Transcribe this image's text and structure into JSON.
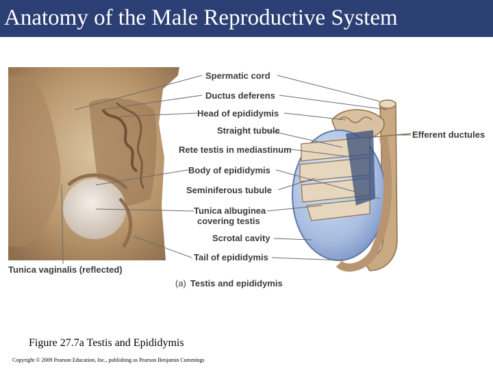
{
  "slide": {
    "title": "Anatomy of the Male Reproductive System",
    "figure_caption": "Figure 27.7a Testis and Epididymis",
    "copyright": "Copyright © 2009 Pearson Education, Inc., publishing as Pearson Benjamin Cummings"
  },
  "diagram": {
    "labels": {
      "spermatic_cord": "Spermatic cord",
      "ductus_deferens": "Ductus deferens",
      "head_of_epididymis": "Head of epididymis",
      "straight_tubule": "Straight tubule",
      "rete_testis": "Rete testis in mediastinum",
      "body_of_epididymis": "Body of epididymis",
      "seminiferous_tubule": "Seminiferous tubule",
      "tunica_albuginea_1": "Tunica albuginea",
      "tunica_albuginea_2": "covering testis",
      "scrotal_cavity": "Scrotal cavity",
      "tail_of_epididymis": "Tail of epididymis",
      "efferent_ductules": "Efferent ductules",
      "tunica_vaginalis": "Tunica vaginalis (reflected)"
    },
    "subcaption_tag": "(a)",
    "subcaption": "Testis and epididymis"
  },
  "colors": {
    "title_bar": "#2c3f75",
    "testis_blue": "#9fb3d9",
    "tissue_tan": "#c9a982",
    "label_text": "#3a3a3a"
  }
}
